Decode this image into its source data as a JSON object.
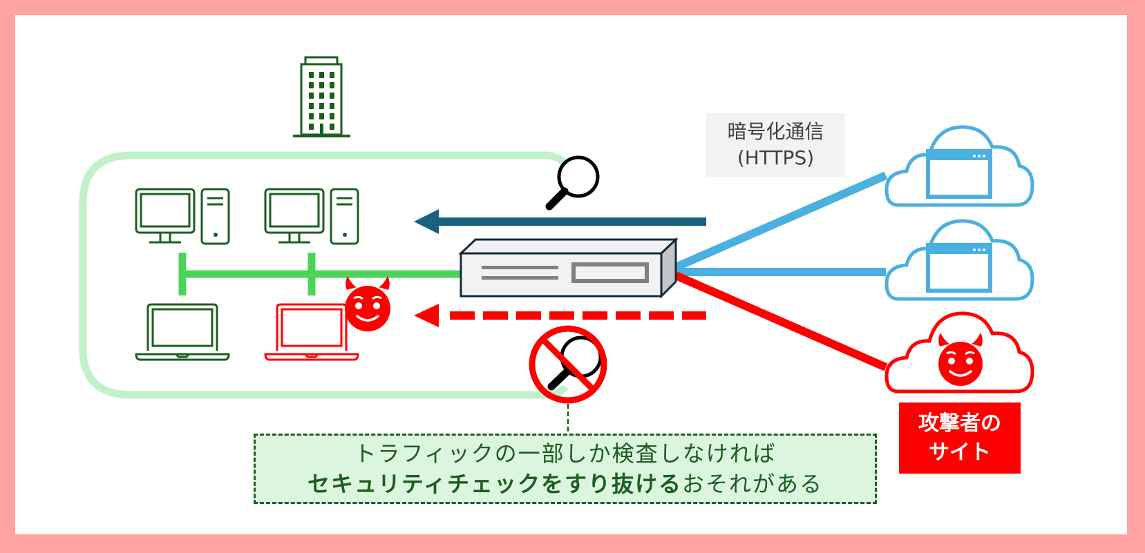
{
  "colors": {
    "frame_border": "#ffa3a3",
    "background": "#ffffff",
    "office_icon": "#1b5e20",
    "lan_line": "#4cd45a",
    "lan_zone_outline": "#c2f0c9",
    "inspected_arrow": "#1a6080",
    "malicious": "#ff0000",
    "cloud_safe": "#4ab0e0",
    "appliance_fill": "#f2f2f2",
    "appliance_outline": "#0f2a3a",
    "callout_fill": "#dcf5df",
    "callout_border": "#1b5e20"
  },
  "labels": {
    "https_line1": "暗号化通信",
    "https_line2": "(HTTPS)",
    "attacker_line1": "攻撃者の",
    "attacker_line2": "サイト",
    "callout_line1": "トラフィックの一部しか検査しなければ",
    "callout_line2_bold": "セキュリティチェックをすり抜ける",
    "callout_line2_rest": "おそれがある"
  },
  "icons": {
    "office": "building-icon",
    "desktop": "desktop-computer-icon",
    "laptop": "laptop-icon",
    "devil": "devil-face-icon",
    "inspect": "magnifier-icon",
    "no_inspect": "no-magnifier-icon",
    "appliance": "security-appliance-icon",
    "cloud_web": "cloud-web-icon",
    "cloud_malicious": "cloud-devil-icon"
  },
  "nodes": {
    "lan_devices": [
      {
        "type": "desktop",
        "status": "safe"
      },
      {
        "type": "desktop",
        "status": "safe"
      },
      {
        "type": "laptop",
        "status": "safe"
      },
      {
        "type": "laptop",
        "status": "compromised"
      }
    ],
    "external_sites": [
      {
        "type": "web",
        "status": "safe"
      },
      {
        "type": "web",
        "status": "safe"
      },
      {
        "type": "attacker",
        "status": "malicious"
      }
    ]
  },
  "flows": [
    {
      "name": "inspected-traffic",
      "style": "solid",
      "inspected": true
    },
    {
      "name": "uninspected-traffic",
      "style": "dashed",
      "inspected": false
    }
  ]
}
